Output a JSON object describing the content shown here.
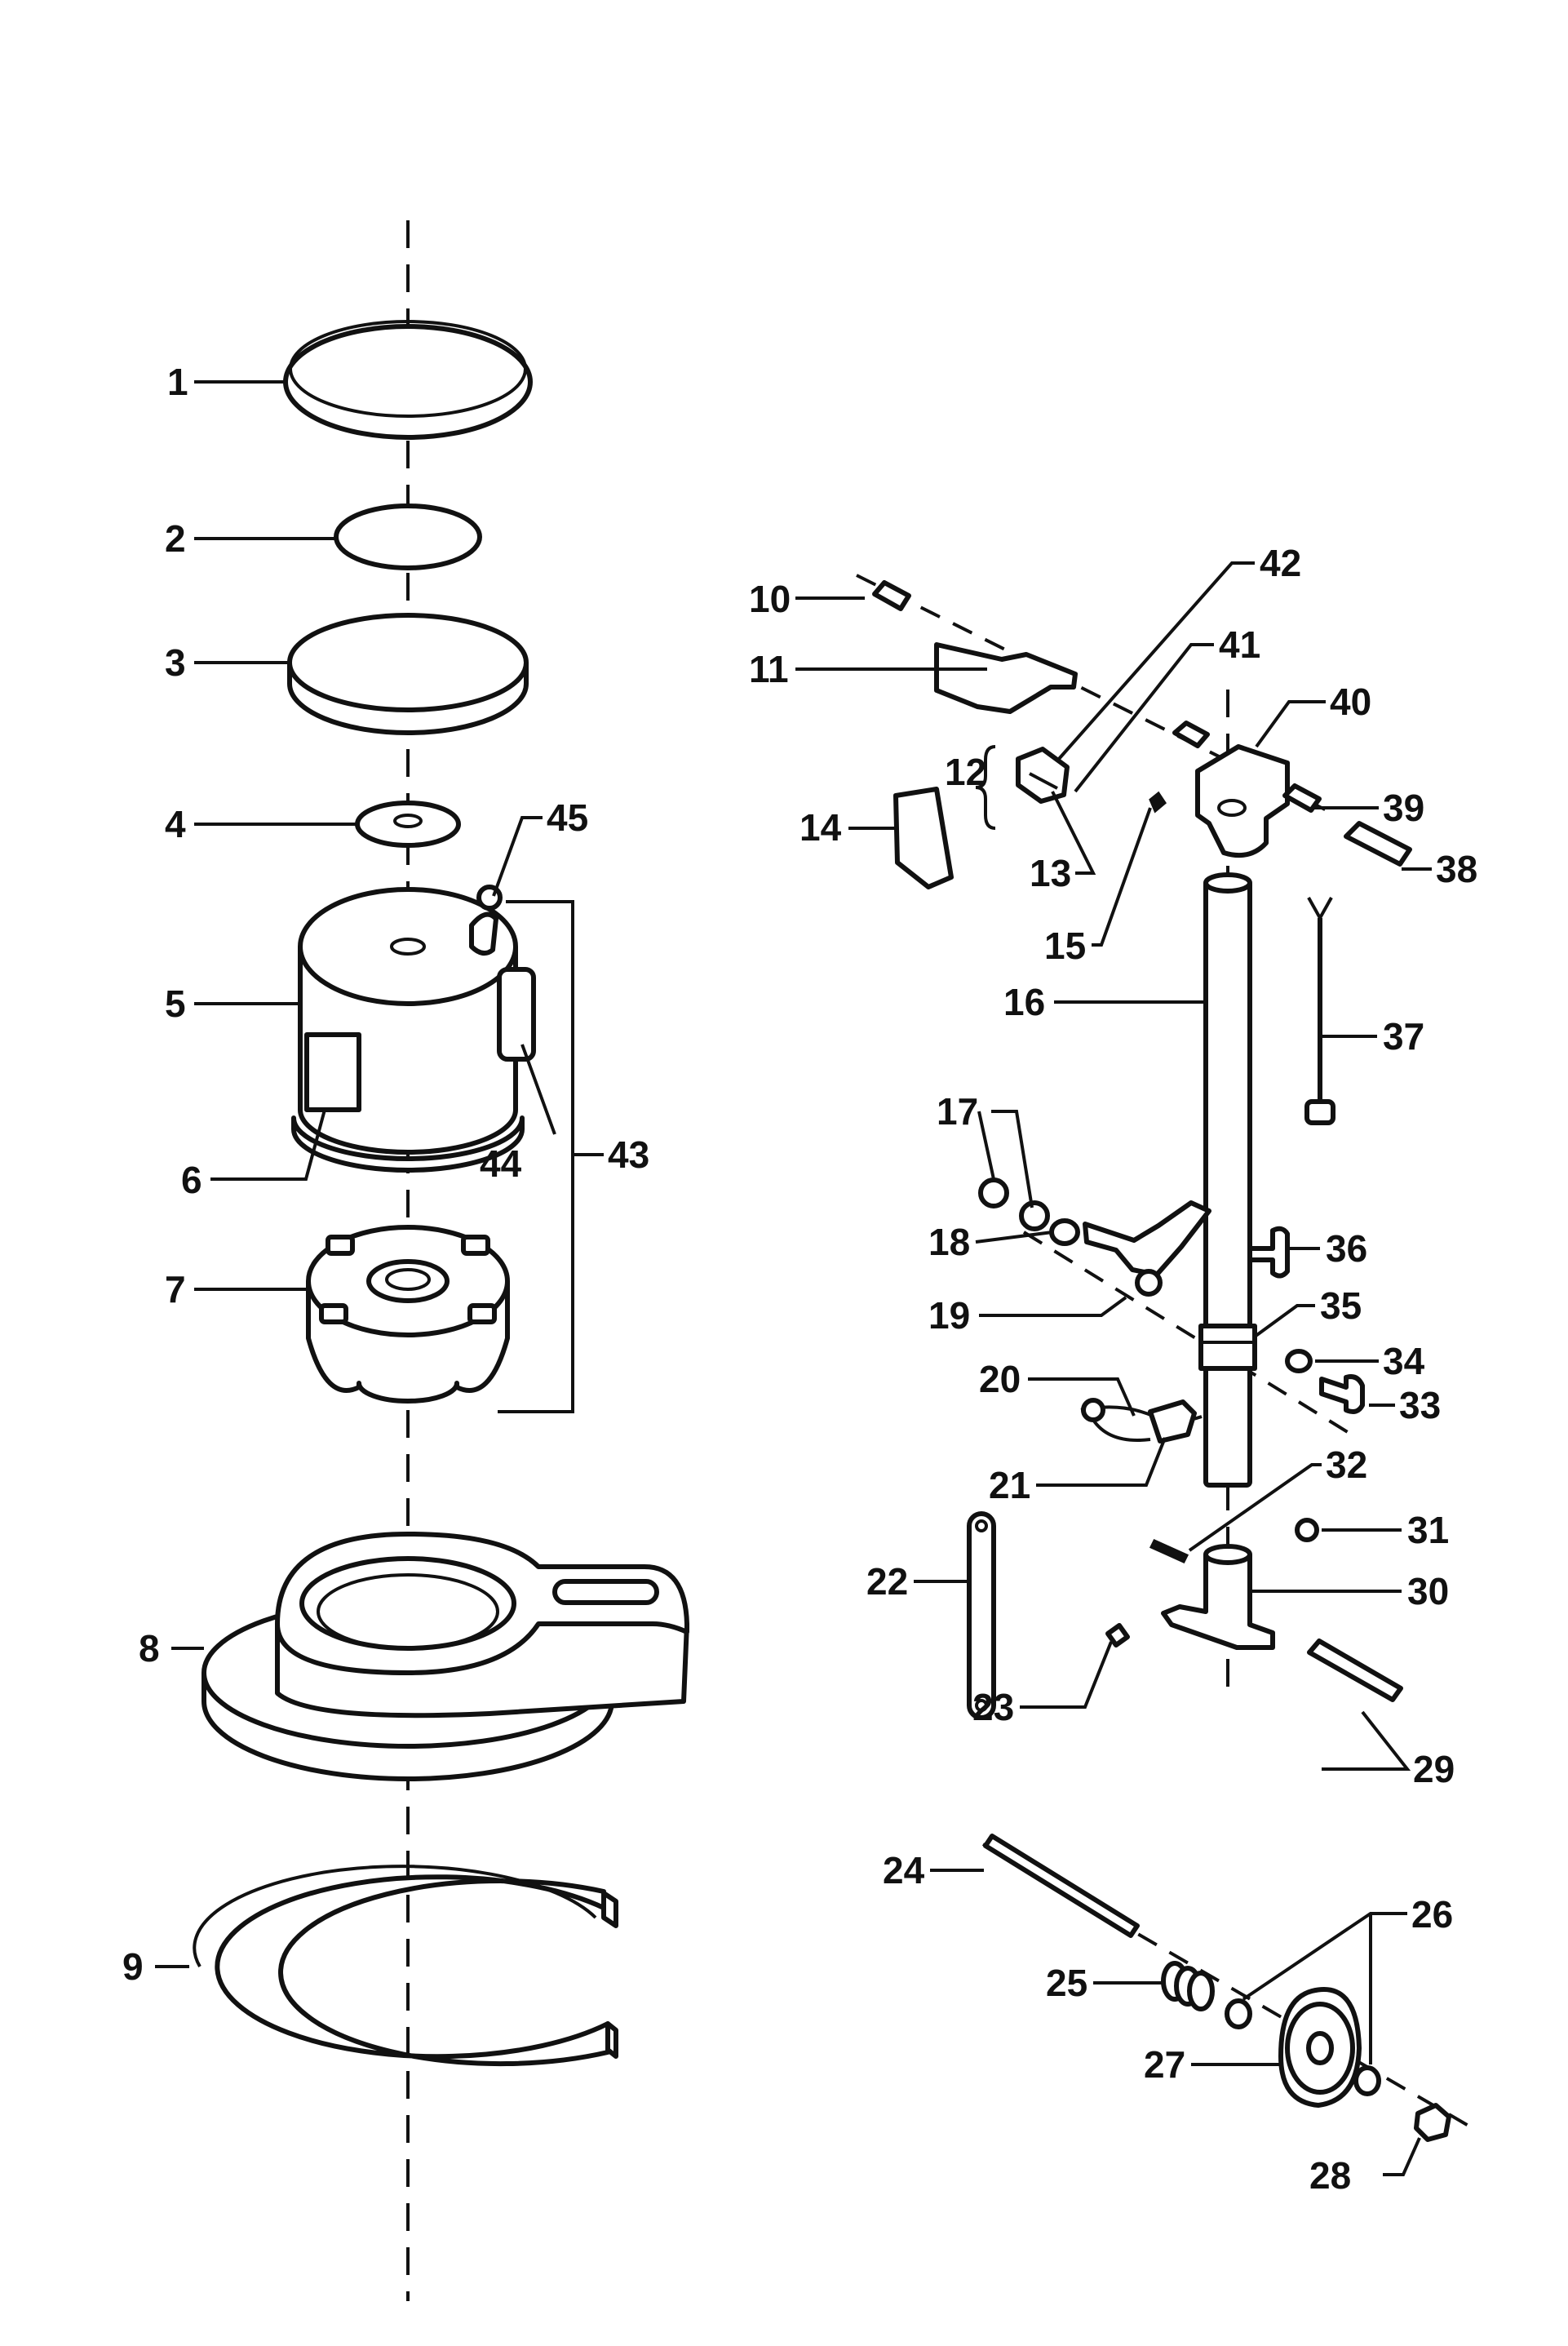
{
  "labels": {
    "l1": "1",
    "l2": "2",
    "l3": "3",
    "l4": "4",
    "l5": "5",
    "l6": "6",
    "l7": "7",
    "l8": "8",
    "l9": "9",
    "l10": "10",
    "l11": "11",
    "l12": "12",
    "l13": "13",
    "l14": "14",
    "l15": "15",
    "l16": "16",
    "l17": "17",
    "l18": "18",
    "l19": "19",
    "l20": "20",
    "l21": "21",
    "l22": "22",
    "l23": "23",
    "l24": "24",
    "l25": "25",
    "l26": "26",
    "l27": "27",
    "l28": "28",
    "l29": "29",
    "l30": "30",
    "l31": "31",
    "l32": "32",
    "l33": "33",
    "l34": "34",
    "l35": "35",
    "l36": "36",
    "l37": "37",
    "l38": "38",
    "l39": "39",
    "l40": "40",
    "l41": "41",
    "l42": "42",
    "l43": "43",
    "l44": "44",
    "l45": "45"
  },
  "colors": {
    "ink": "#111111",
    "paper": "#ffffff"
  }
}
